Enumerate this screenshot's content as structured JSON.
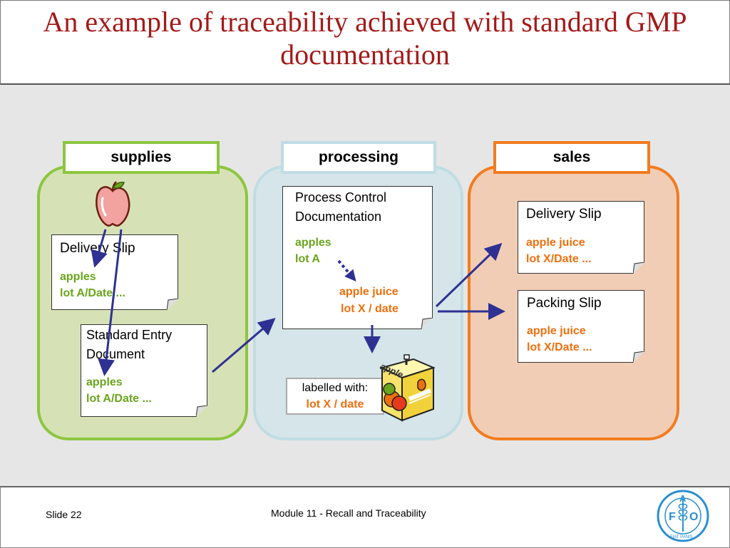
{
  "title": "An example of traceability achieved with standard GMP documentation",
  "columns": {
    "supplies": "supplies",
    "processing": "processing",
    "sales": "sales"
  },
  "supplies": {
    "delivery_slip": {
      "title": "Delivery Slip",
      "line1": "apples",
      "line2": "lot A/Date ..."
    },
    "standard_entry": {
      "title_line1": "Standard Entry",
      "title_line2": "Document",
      "line1": "apples",
      "line2": "lot A/Date ..."
    }
  },
  "processing": {
    "control_doc": {
      "title_line1": "Process Control",
      "title_line2": "Documentation",
      "in_line1": "apples",
      "in_line2": "lot A",
      "out_line1": "apple juice",
      "out_line2": "lot X / date"
    },
    "label": {
      "line1": "labelled with:",
      "line2": "lot X / date"
    },
    "carton_text": "apple"
  },
  "sales": {
    "delivery_slip": {
      "title": "Delivery Slip",
      "line1": "apple juice",
      "line2": "lot X/Date ..."
    },
    "packing_slip": {
      "title": "Packing Slip",
      "line1": "apple juice",
      "line2": "lot X/Date ..."
    }
  },
  "footer": {
    "slide": "Slide 22",
    "module": "Module 11 - Recall and Traceability",
    "logo_letters": [
      "F",
      "A",
      "O"
    ],
    "logo_motto": "FIAT PANIS"
  },
  "colors": {
    "title": "#a51919",
    "supplies_border": "#8cc63f",
    "processing_border": "#bfdde3",
    "sales_border": "#f27c1f",
    "arrow": "#2e3192",
    "green_text": "#6aa51c",
    "orange_text": "#ef6f0e",
    "logo": "#2a8fd0"
  }
}
